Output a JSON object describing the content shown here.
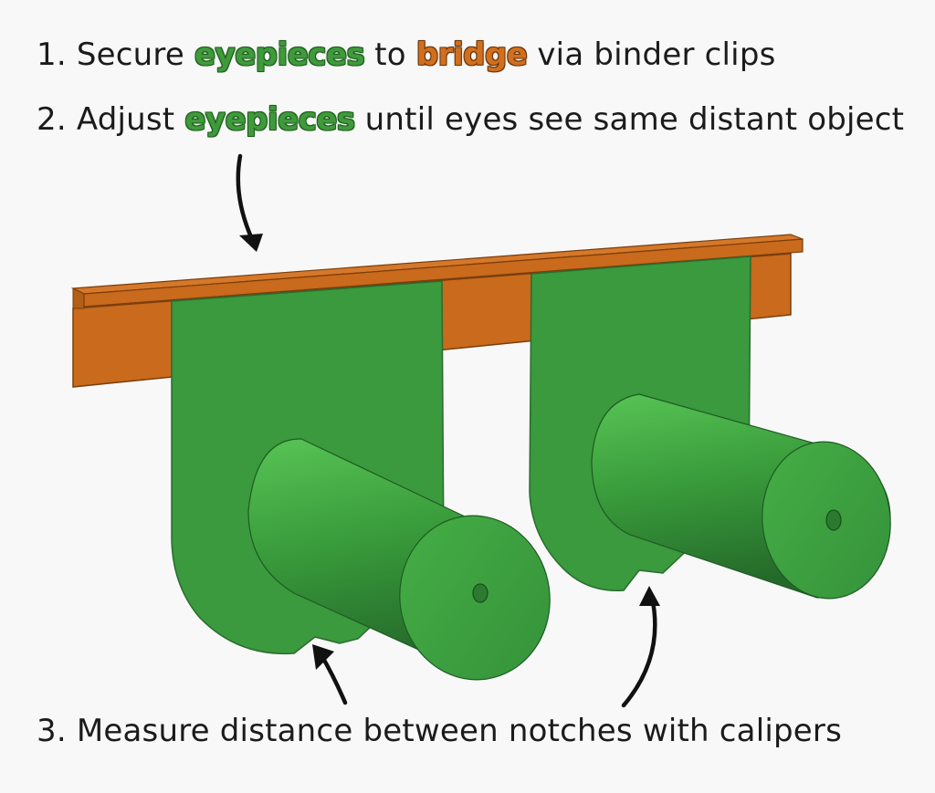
{
  "steps": [
    {
      "number": "1.",
      "before": "Secure",
      "highlight1": "eyepieces",
      "middle": "to",
      "highlight2": "bridge",
      "after": "via binder clips"
    },
    {
      "number": "2.",
      "before": "Adjust",
      "highlight": "eyepieces",
      "after": "until eyes see same distant object"
    },
    {
      "number": "3.",
      "text": "Measure distance between notches with calipers"
    }
  ],
  "colors": {
    "background": "#f8f8f8",
    "bridge": "#c96a1c",
    "bridge_dark": "#a0510f",
    "eyepiece": "#3a9a3d",
    "eyepiece_edge": "#2a6b2e",
    "cylinder_light": "#4fbf4c",
    "cylinder_dark": "#2a7a2f",
    "arrow": "#111111"
  },
  "parts": {
    "bridge": "bridge",
    "eyepiece_left": "eyepiece",
    "eyepiece_right": "eyepiece"
  }
}
